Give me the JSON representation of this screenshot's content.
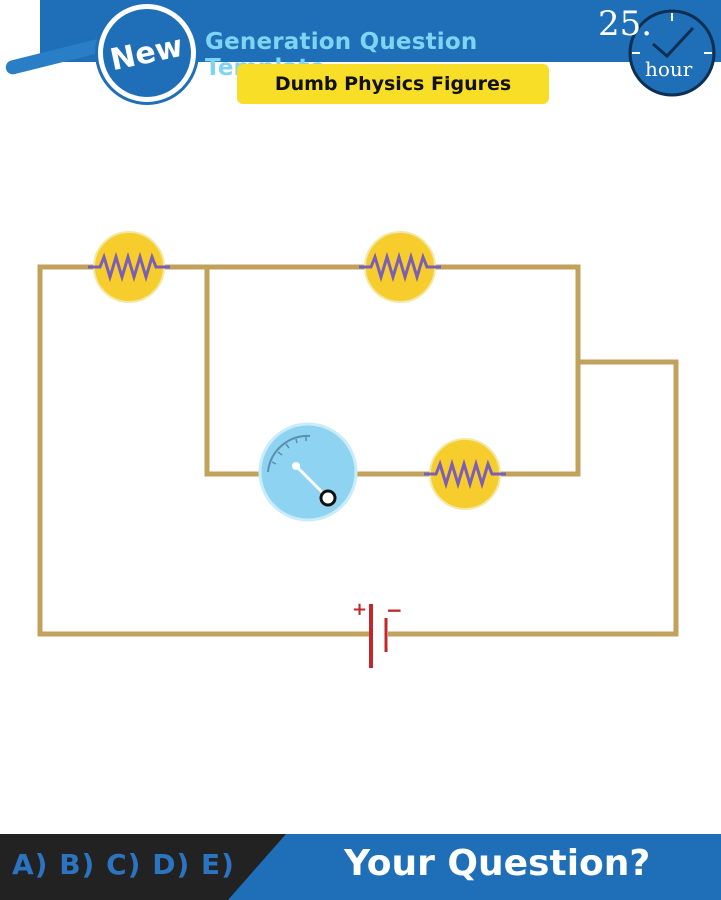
{
  "header": {
    "badge_label": "New",
    "title": "Generation Question Template",
    "subtitle": "Dumb Physics Figures",
    "clock_number": "25.",
    "clock_unit": "hour"
  },
  "circuit": {
    "components": [
      {
        "type": "resistor-bulb",
        "position": "top-left"
      },
      {
        "type": "resistor-bulb",
        "position": "top-middle"
      },
      {
        "type": "ammeter",
        "position": "inner-bottom"
      },
      {
        "type": "resistor-bulb",
        "position": "inner-bottom-right"
      },
      {
        "type": "battery",
        "position": "bottom"
      }
    ],
    "battery_plus": "+",
    "battery_minus": "−"
  },
  "footer": {
    "answer_options": "A) B) C) D) E)",
    "question_prompt": "Your Question?"
  },
  "colors": {
    "brand_blue": "#1e6fb8",
    "title_cyan": "#7fd4f4",
    "highlight_yellow": "#f8de26",
    "wire": "#c2a15d",
    "bulb": "#f7cc2d",
    "resistor": "#7b5fb5",
    "ammeter": "#8fd3f2",
    "battery": "#c0282d"
  }
}
